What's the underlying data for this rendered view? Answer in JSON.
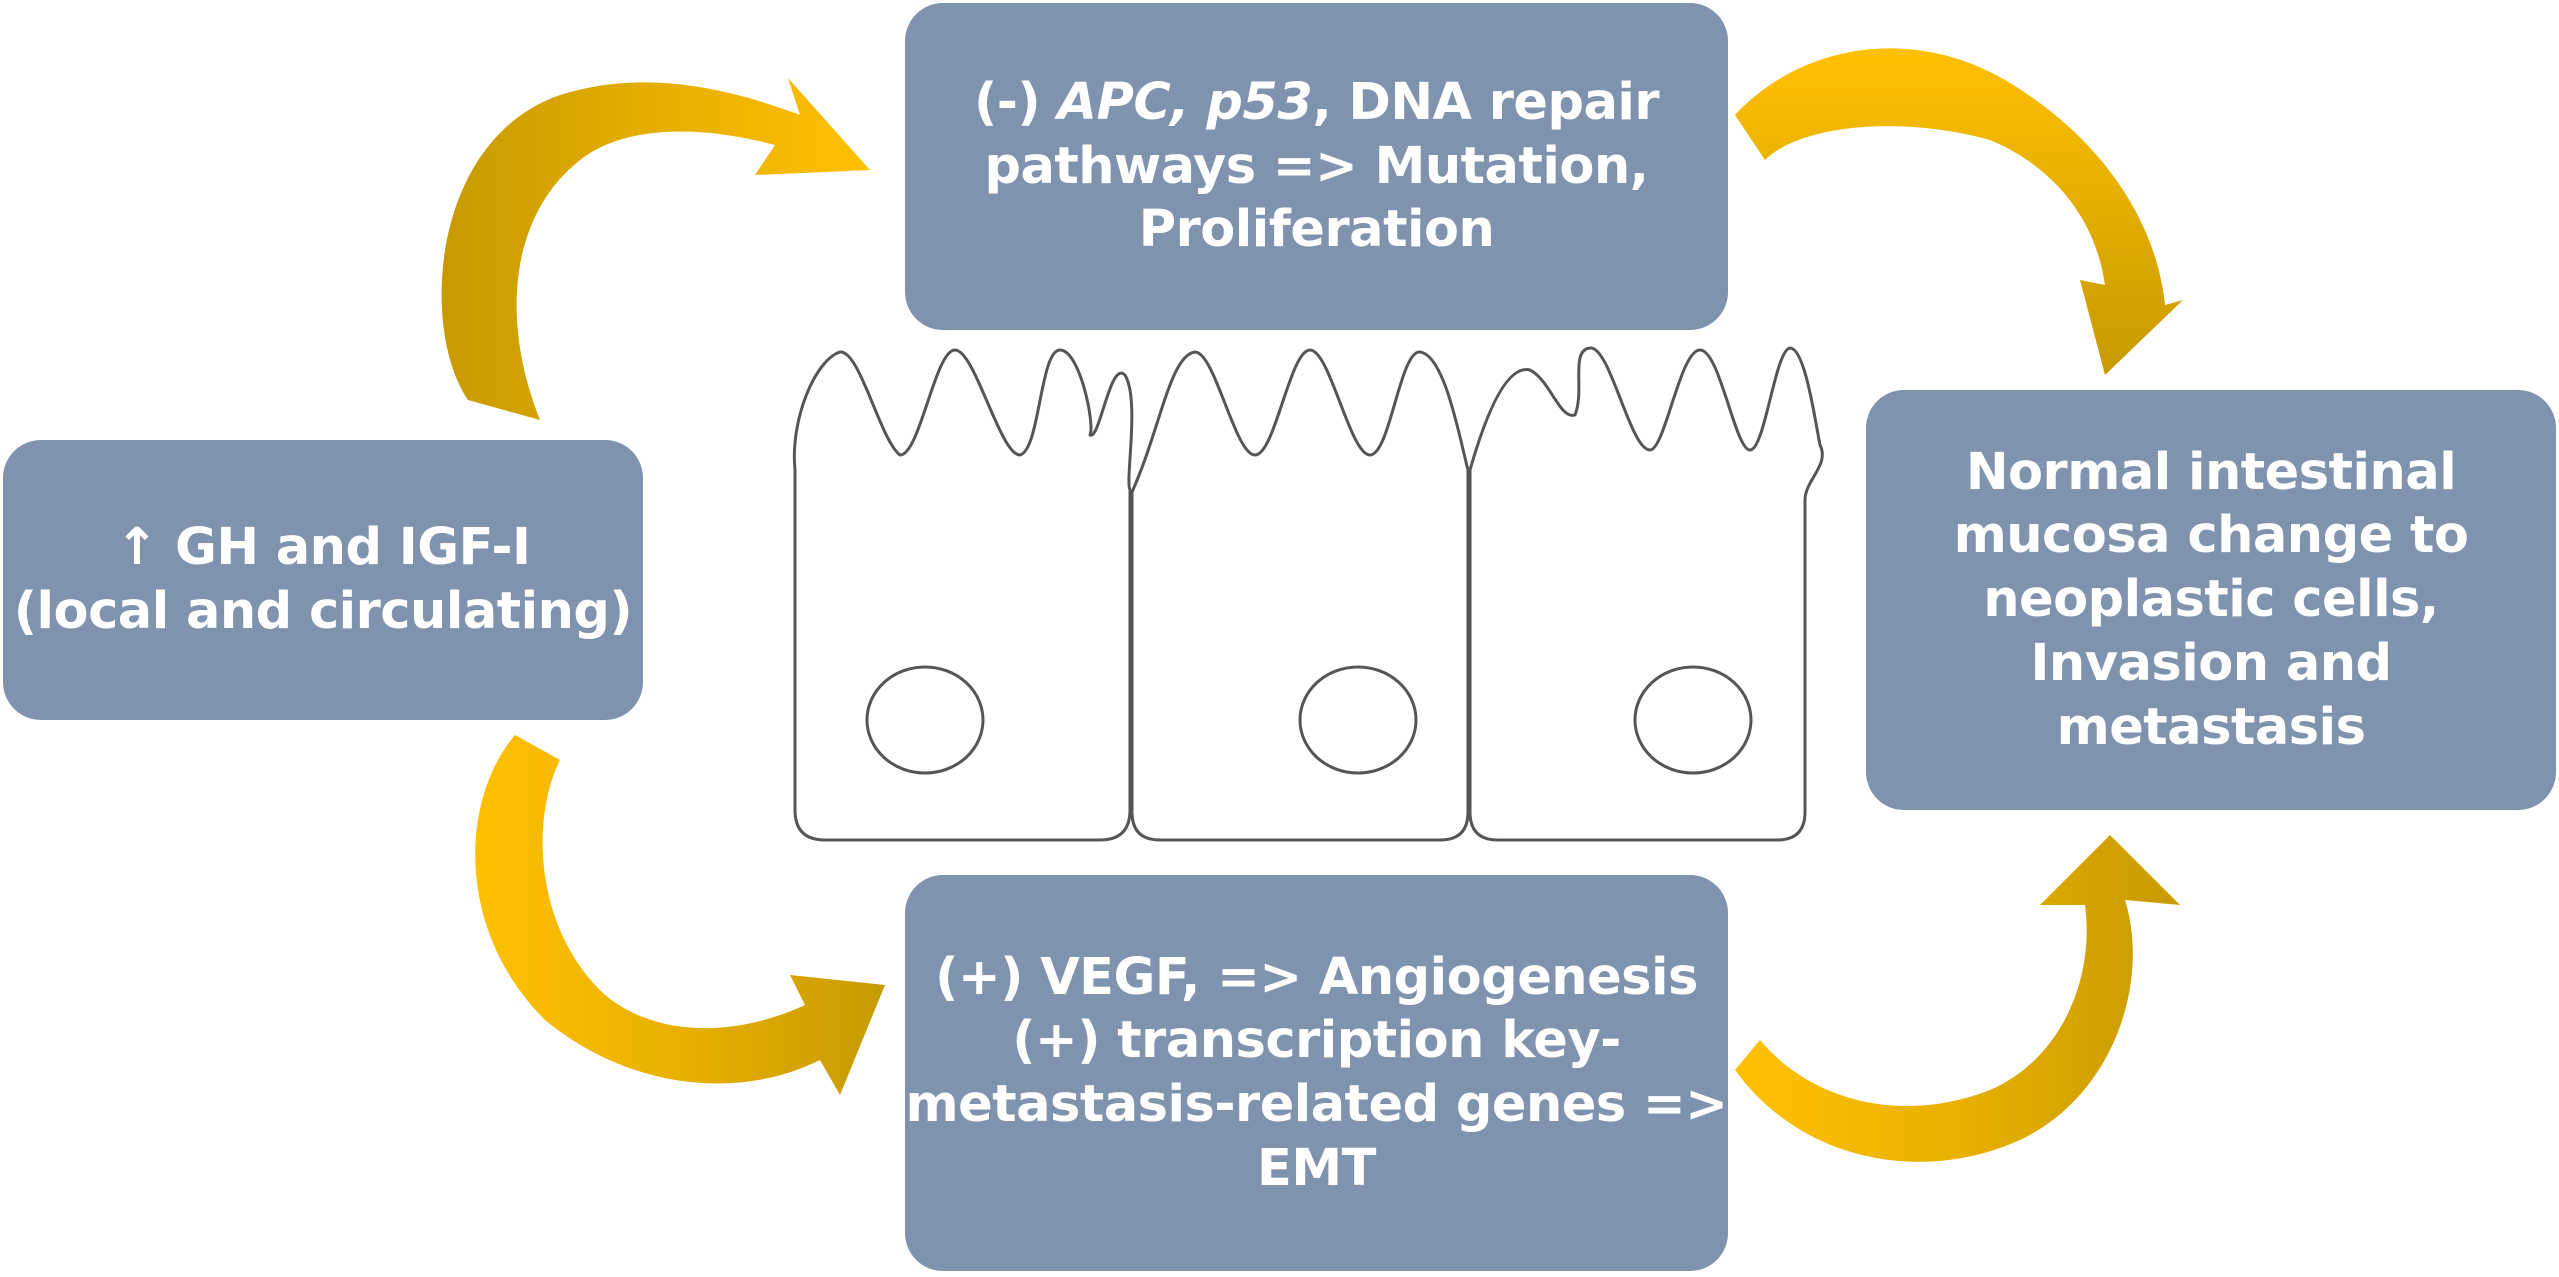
{
  "boxes": {
    "top": {
      "line1_prefix": "(-) ",
      "line1_italic": "APC, p53",
      "line1_suffix": ", DNA repair",
      "line2": "pathways => Mutation,",
      "line3": "Proliferation"
    },
    "left": {
      "line1": "↑ GH and IGF-I",
      "line2": "(local and circulating)"
    },
    "right": {
      "line1": "Normal intestinal",
      "line2": "mucosa change to",
      "line3": "neoplastic cells,",
      "line4": "Invasion and",
      "line5": "metastasis"
    },
    "bottom": {
      "line1": "(+) VEGF, => Angiogenesis",
      "line2": "(+) transcription key-",
      "line3": "metastasis-related genes =>",
      "line4": "EMT"
    }
  },
  "colors": {
    "box_fill": "#7F93AF",
    "box_text": "#FFFFFF",
    "arrow_light": "#FFC000",
    "arrow_dark": "#C79A00",
    "cell_stroke": "#555555"
  },
  "icons": [
    "curved-arrow",
    "epithelial-cells"
  ]
}
